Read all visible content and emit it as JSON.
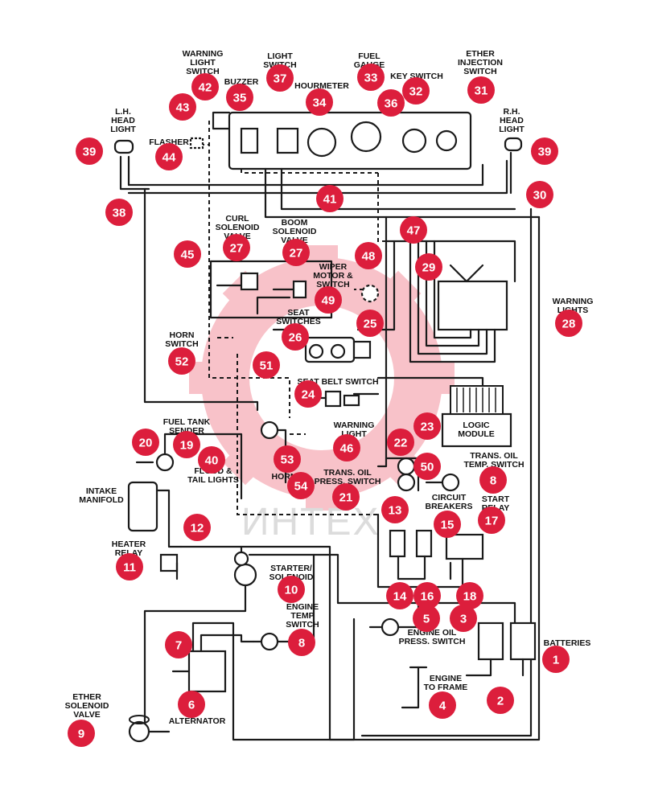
{
  "watermark": "ИНТЕХ",
  "labels": {
    "warning_light_switch": [
      "WARNING",
      "LIGHT",
      "SWITCH"
    ],
    "light_switch": [
      "LIGHT",
      "SWITCH"
    ],
    "fuel_gauge": [
      "FUEL",
      "GAUGE"
    ],
    "key_switch": [
      "KEY SWITCH"
    ],
    "ether_injection_switch": [
      "ETHER",
      "INJECTION",
      "SWITCH"
    ],
    "buzzer": [
      "BUZZER"
    ],
    "hourmeter": [
      "HOURMETER"
    ],
    "lh_head_light": [
      "L.H.",
      "HEAD",
      "LIGHT"
    ],
    "rh_head_light": [
      "R.H.",
      "HEAD",
      "LIGHT"
    ],
    "flasher": [
      "FLASHER"
    ],
    "curl_solenoid_valve": [
      "CURL",
      "SOLENOID",
      "VALVE"
    ],
    "boom_solenoid_valve": [
      "BOOM",
      "SOLENOID",
      "VALVE"
    ],
    "wiper_motor_switch": [
      "WIPER",
      "MOTOR &",
      "SWITCH"
    ],
    "warning_lights": [
      "WARNING",
      "LIGHTS"
    ],
    "seat_switches": [
      "SEAT",
      "SWITCHES"
    ],
    "horn_switch": [
      "HORN",
      "SWITCH"
    ],
    "seat_belt_switch": [
      "SEAT BELT SWITCH"
    ],
    "logic_module": [
      "LOGIC",
      "MODULE"
    ],
    "warning_light": [
      "WARNING",
      "LIGHT"
    ],
    "fuel_tank_sender": [
      "FUEL TANK",
      "SENDER"
    ],
    "flood_tail_lights": [
      "FLOOD &",
      "TAIL LIGHTS"
    ],
    "horn": [
      "HORN"
    ],
    "trans_oil_press_switch": [
      "TRANS. OIL",
      "PRESS. SWITCH"
    ],
    "trans_oil_temp_switch": [
      "TRANS. OIL",
      "TEMP. SWITCH"
    ],
    "intake_manifold": [
      "INTAKE",
      "MANIFOLD"
    ],
    "circuit_breakers": [
      "CIRCUIT",
      "BREAKERS"
    ],
    "start_relay": [
      "START",
      "RELAY"
    ],
    "heater_relay": [
      "HEATER",
      "RELAY"
    ],
    "starter_solenoid": [
      "STARTER/",
      "SOLENOID"
    ],
    "engine_temp_switch": [
      "ENGINE",
      "TEMP",
      "SWITCH"
    ],
    "engine_oil_press_switch": [
      "ENGINE OIL",
      "PRESS. SWITCH"
    ],
    "batteries": [
      "BATTERIES"
    ],
    "engine_to_frame": [
      "ENGINE",
      "TO FRAME"
    ],
    "alternator": [
      "ALTERNATOR"
    ],
    "ether_solenoid_valve": [
      "ETHER",
      "SOLENOID",
      "VALVE"
    ]
  },
  "callouts": [
    "42",
    "37",
    "33",
    "32",
    "31",
    "43",
    "35",
    "34",
    "36",
    "39",
    "39",
    "44",
    "38",
    "41",
    "30",
    "47",
    "27",
    "27",
    "48",
    "45",
    "29",
    "49",
    "25",
    "28",
    "26",
    "52",
    "51",
    "24",
    "23",
    "20",
    "19",
    "40",
    "46",
    "22",
    "50",
    "53",
    "54",
    "21",
    "8",
    "13",
    "15",
    "17",
    "12",
    "11",
    "10",
    "14",
    "16",
    "18",
    "5",
    "3",
    "7",
    "8",
    "1",
    "2",
    "4",
    "6",
    "9"
  ],
  "colors": {
    "callout_fill": "#dc1e3c",
    "line": "#1a1a1a",
    "watermark": "#f4b8bf"
  }
}
